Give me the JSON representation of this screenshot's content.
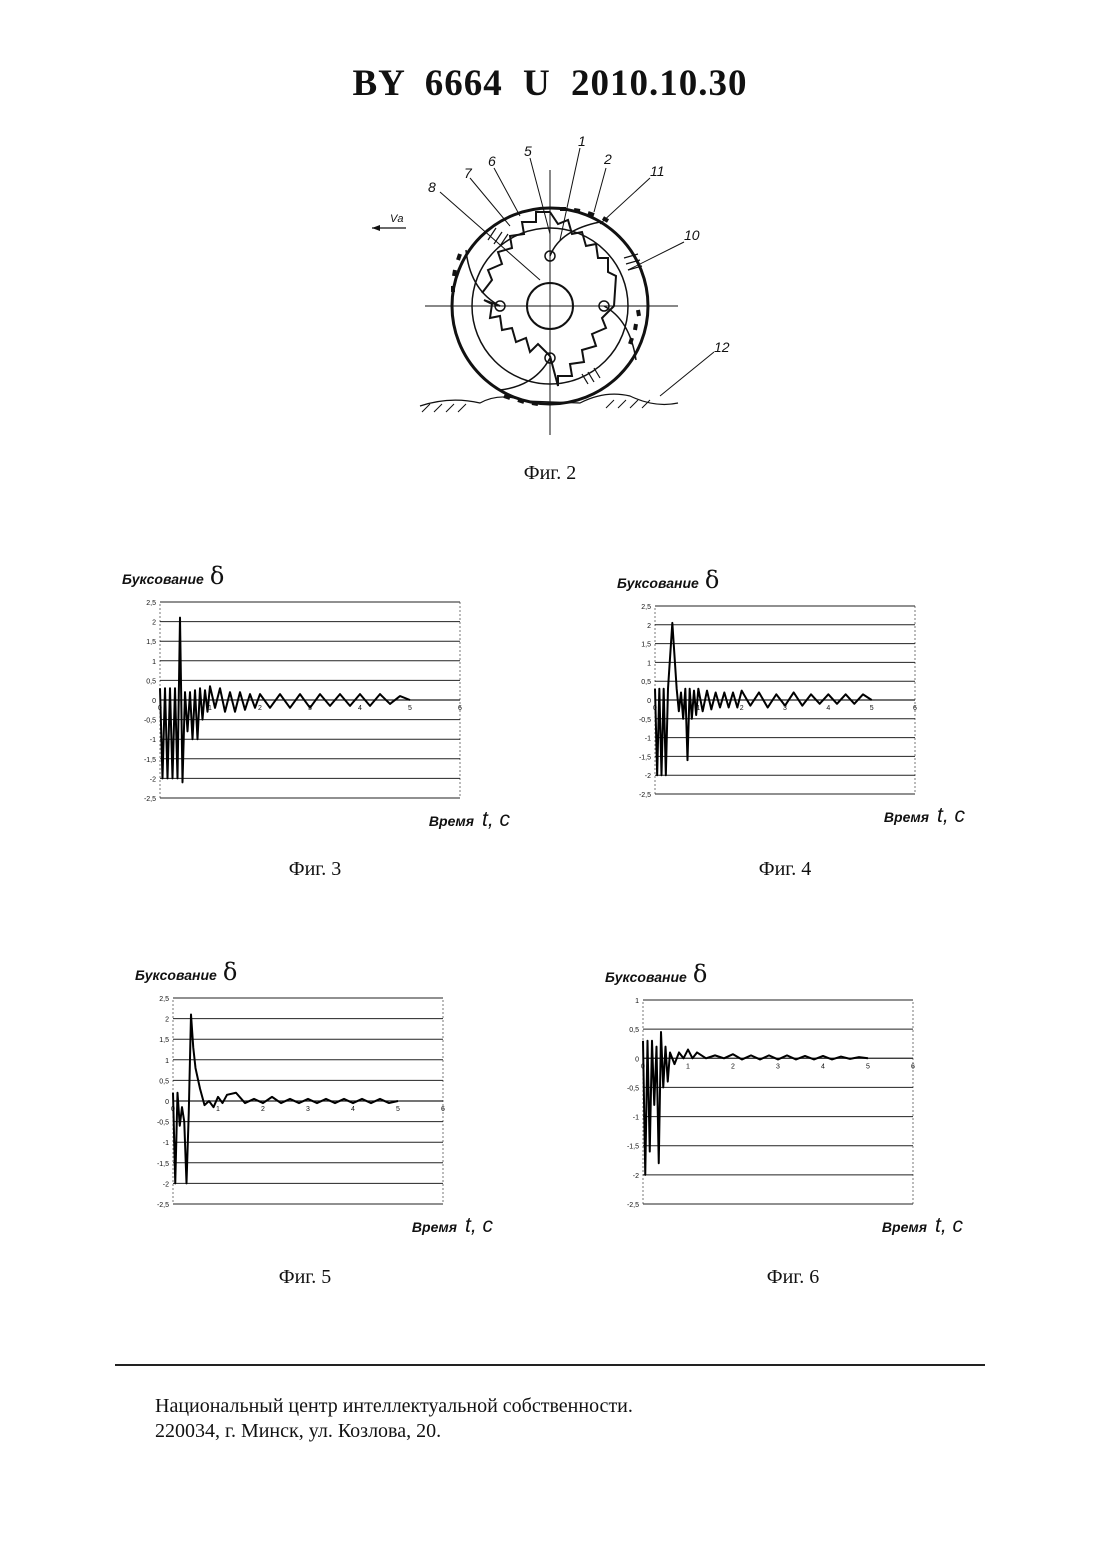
{
  "header": {
    "title": "BY 6664 U 2010.10.30"
  },
  "figure2": {
    "caption": "Фиг. 2",
    "labels": [
      "1",
      "2",
      "5",
      "6",
      "7",
      "8",
      "10",
      "11",
      "12"
    ],
    "velocity_label": "Vа"
  },
  "charts": [
    {
      "caption": "Фиг. 3",
      "ylabel": "Буксование",
      "ysymbol": "δ",
      "xlabel": "Время",
      "xsymbol": "t, с",
      "chart_data": {
        "type": "line",
        "ylim": [
          -2.5,
          2.5
        ],
        "xlim": [
          0,
          6
        ],
        "yticks": [
          "2,5",
          "2",
          "1,5",
          "1",
          "0,5",
          "0",
          "-0,5",
          "-1",
          "-1,5",
          "-2",
          "-2,5"
        ],
        "xticks": [
          "0",
          "1",
          "2",
          "3",
          "4",
          "5",
          "6"
        ],
        "series": [
          {
            "x": [
              0,
              0.05,
              0.1,
              0.15,
              0.2,
              0.25,
              0.3,
              0.35,
              0.4,
              0.45,
              0.5,
              0.55,
              0.6,
              0.65,
              0.7,
              0.75,
              0.8,
              0.85,
              0.9,
              0.95,
              1.0,
              1.1,
              1.2,
              1.3,
              1.4,
              1.5,
              1.6,
              1.7,
              1.8,
              1.9,
              2.0,
              2.2,
              2.4,
              2.6,
              2.8,
              3.0,
              3.2,
              3.4,
              3.6,
              3.8,
              4.0,
              4.2,
              4.4,
              4.6,
              4.8,
              5.0
            ],
            "y": [
              0.3,
              -2.0,
              0.3,
              -2.0,
              0.3,
              -2.0,
              0.3,
              -2.0,
              2.1,
              -2.1,
              0.2,
              -0.8,
              0.2,
              -1.0,
              0.25,
              -1.0,
              0.3,
              -0.5,
              0.25,
              -0.3,
              0.35,
              -0.2,
              0.3,
              -0.3,
              0.2,
              -0.3,
              0.2,
              -0.25,
              0.15,
              -0.2,
              0.15,
              -0.2,
              0.15,
              -0.2,
              0.15,
              -0.2,
              0.15,
              -0.15,
              0.15,
              -0.15,
              0.15,
              -0.15,
              0.15,
              -0.1,
              0.1,
              0.0
            ]
          }
        ]
      }
    },
    {
      "caption": "Фиг. 4",
      "ylabel": "Буксование",
      "ysymbol": "δ",
      "xlabel": "Время",
      "xsymbol": "t, с",
      "chart_data": {
        "type": "line",
        "ylim": [
          -2.5,
          2.5
        ],
        "xlim": [
          0,
          6
        ],
        "yticks": [
          "2,5",
          "2",
          "1,5",
          "1",
          "0,5",
          "0",
          "-0,5",
          "-1",
          "-1,5",
          "-2",
          "-2,5"
        ],
        "xticks": [
          "0",
          "1",
          "2",
          "3",
          "4",
          "5",
          "6"
        ],
        "series": [
          {
            "x": [
              0,
              0.05,
              0.1,
              0.15,
              0.2,
              0.25,
              0.3,
              0.4,
              0.5,
              0.55,
              0.6,
              0.65,
              0.7,
              0.75,
              0.8,
              0.85,
              0.9,
              0.95,
              1.0,
              1.1,
              1.2,
              1.3,
              1.4,
              1.5,
              1.6,
              1.7,
              1.8,
              1.9,
              2.0,
              2.2,
              2.4,
              2.6,
              2.8,
              3.0,
              3.2,
              3.4,
              3.6,
              3.8,
              4.0,
              4.2,
              4.4,
              4.6,
              4.8,
              5.0
            ],
            "y": [
              0.3,
              -2.0,
              0.3,
              -2.0,
              0.3,
              -2.0,
              0.3,
              2.05,
              0.3,
              -0.3,
              0.2,
              -0.5,
              0.3,
              -1.6,
              0.3,
              -0.5,
              0.25,
              -0.4,
              0.3,
              -0.3,
              0.25,
              -0.25,
              0.2,
              -0.2,
              0.2,
              -0.2,
              0.2,
              -0.2,
              0.25,
              -0.15,
              0.2,
              -0.2,
              0.15,
              -0.15,
              0.2,
              -0.15,
              0.15,
              -0.1,
              0.15,
              -0.1,
              0.15,
              -0.1,
              0.15,
              0.0
            ]
          }
        ]
      }
    },
    {
      "caption": "Фиг. 5",
      "ylabel": "Буксование",
      "ysymbol": "δ",
      "xlabel": "Время",
      "xsymbol": "t, с",
      "chart_data": {
        "type": "line",
        "ylim": [
          -2.5,
          2.5
        ],
        "xlim": [
          0,
          6
        ],
        "yticks": [
          "2,5",
          "2",
          "1,5",
          "1",
          "0,5",
          "0",
          "-0,5",
          "-1",
          "-1,5",
          "-2",
          "-2,5"
        ],
        "xticks": [
          "0",
          "1",
          "2",
          "3",
          "4",
          "5",
          "6"
        ],
        "series": [
          {
            "x": [
              0,
              0.05,
              0.1,
              0.15,
              0.2,
              0.25,
              0.3,
              0.35,
              0.4,
              0.45,
              0.5,
              0.6,
              0.7,
              0.8,
              0.9,
              1.0,
              1.1,
              1.2,
              1.4,
              1.6,
              1.8,
              2.0,
              2.2,
              2.4,
              2.6,
              2.8,
              3.0,
              3.2,
              3.4,
              3.6,
              3.8,
              4.0,
              4.2,
              4.4,
              4.6,
              4.8,
              5.0
            ],
            "y": [
              0.2,
              -2.0,
              0.2,
              -0.6,
              -0.15,
              -0.5,
              -2.0,
              -0.3,
              2.1,
              1.3,
              0.8,
              0.3,
              -0.1,
              0.0,
              -0.15,
              0.1,
              -0.05,
              0.15,
              0.2,
              -0.05,
              0.05,
              -0.05,
              0.1,
              -0.05,
              0.05,
              -0.05,
              0.05,
              -0.05,
              0.05,
              -0.05,
              0.05,
              -0.05,
              0.05,
              -0.05,
              0.05,
              -0.05,
              0.0
            ]
          }
        ]
      }
    },
    {
      "caption": "Фиг. 6",
      "ylabel": "Буксование",
      "ysymbol": "δ",
      "xlabel": "Время",
      "xsymbol": "t, с",
      "chart_data": {
        "type": "line",
        "ylim": [
          -2.5,
          1
        ],
        "xlim": [
          0,
          6
        ],
        "yticks": [
          "1",
          "0,5",
          "0",
          "-0,5",
          "-1",
          "-1,5",
          "-2",
          "-2,5"
        ],
        "xticks": [
          "0",
          "1",
          "2",
          "3",
          "4",
          "5",
          "6"
        ],
        "series": [
          {
            "x": [
              0,
              0.05,
              0.1,
              0.15,
              0.2,
              0.25,
              0.3,
              0.35,
              0.4,
              0.45,
              0.5,
              0.55,
              0.6,
              0.7,
              0.8,
              0.9,
              1.0,
              1.1,
              1.2,
              1.4,
              1.6,
              1.8,
              2.0,
              2.2,
              2.4,
              2.6,
              2.8,
              3.0,
              3.2,
              3.4,
              3.6,
              3.8,
              4.0,
              4.2,
              4.4,
              4.6,
              4.8,
              5.0
            ],
            "y": [
              0.3,
              -2.0,
              0.3,
              -1.6,
              0.3,
              -0.8,
              0.2,
              -1.8,
              0.45,
              -0.5,
              0.2,
              -0.4,
              0.1,
              -0.1,
              0.1,
              0.0,
              0.15,
              0.0,
              0.1,
              0.0,
              0.05,
              0.0,
              0.07,
              -0.02,
              0.05,
              -0.02,
              0.05,
              -0.02,
              0.05,
              -0.02,
              0.04,
              -0.02,
              0.04,
              -0.02,
              0.03,
              -0.01,
              0.02,
              0.0
            ]
          }
        ]
      }
    }
  ],
  "footer": {
    "line1": "Национальный центр интеллектуальной собственности.",
    "line2": "220034, г. Минск, ул. Козлова, 20."
  }
}
